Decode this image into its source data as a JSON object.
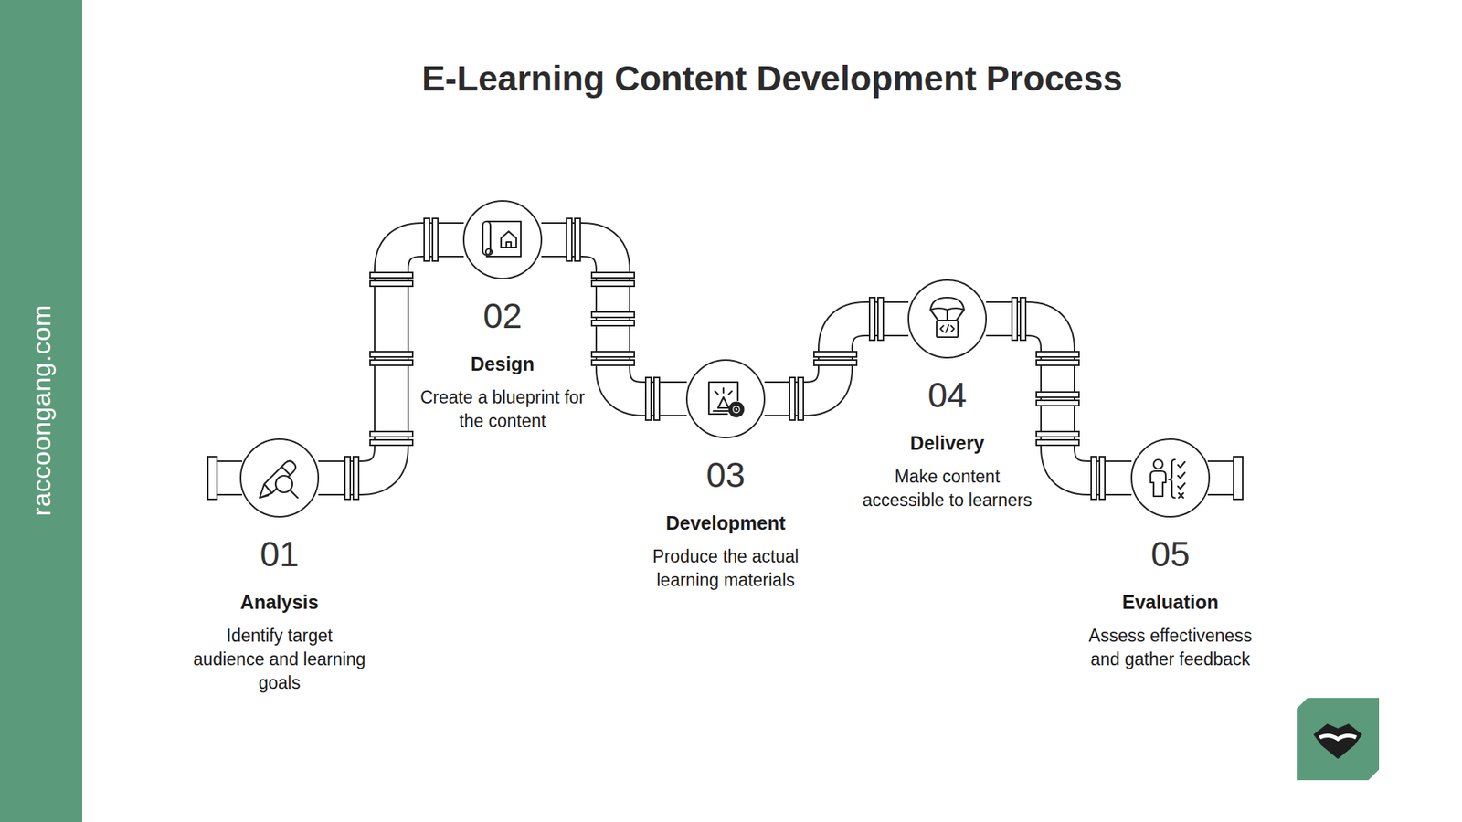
{
  "diagram": {
    "title": "E-Learning Content Development Process",
    "nodes": [
      {
        "text": [
          "01",
          "Analysis",
          "Identify target audience and learning goals"
        ]
      },
      {
        "text": [
          "02",
          "Design",
          "Create a blueprint for the content"
        ]
      },
      {
        "text": [
          "03",
          "Development",
          "Produce the actual learning materials"
        ]
      },
      {
        "text": [
          "04",
          "Delivery",
          "Make content accessible to learners"
        ]
      },
      {
        "text": [
          "05",
          "Evaluation",
          "Assess effectiveness and gather feedback"
        ]
      }
    ],
    "edges": [
      {
        "from": 0,
        "to": 1,
        "arrow": "none"
      },
      {
        "from": 1,
        "to": 2,
        "arrow": "none"
      },
      {
        "from": 2,
        "to": 3,
        "arrow": "none"
      },
      {
        "from": 3,
        "to": 4,
        "arrow": "none"
      }
    ],
    "labels": [
      "raccoongang.com"
    ]
  }
}
